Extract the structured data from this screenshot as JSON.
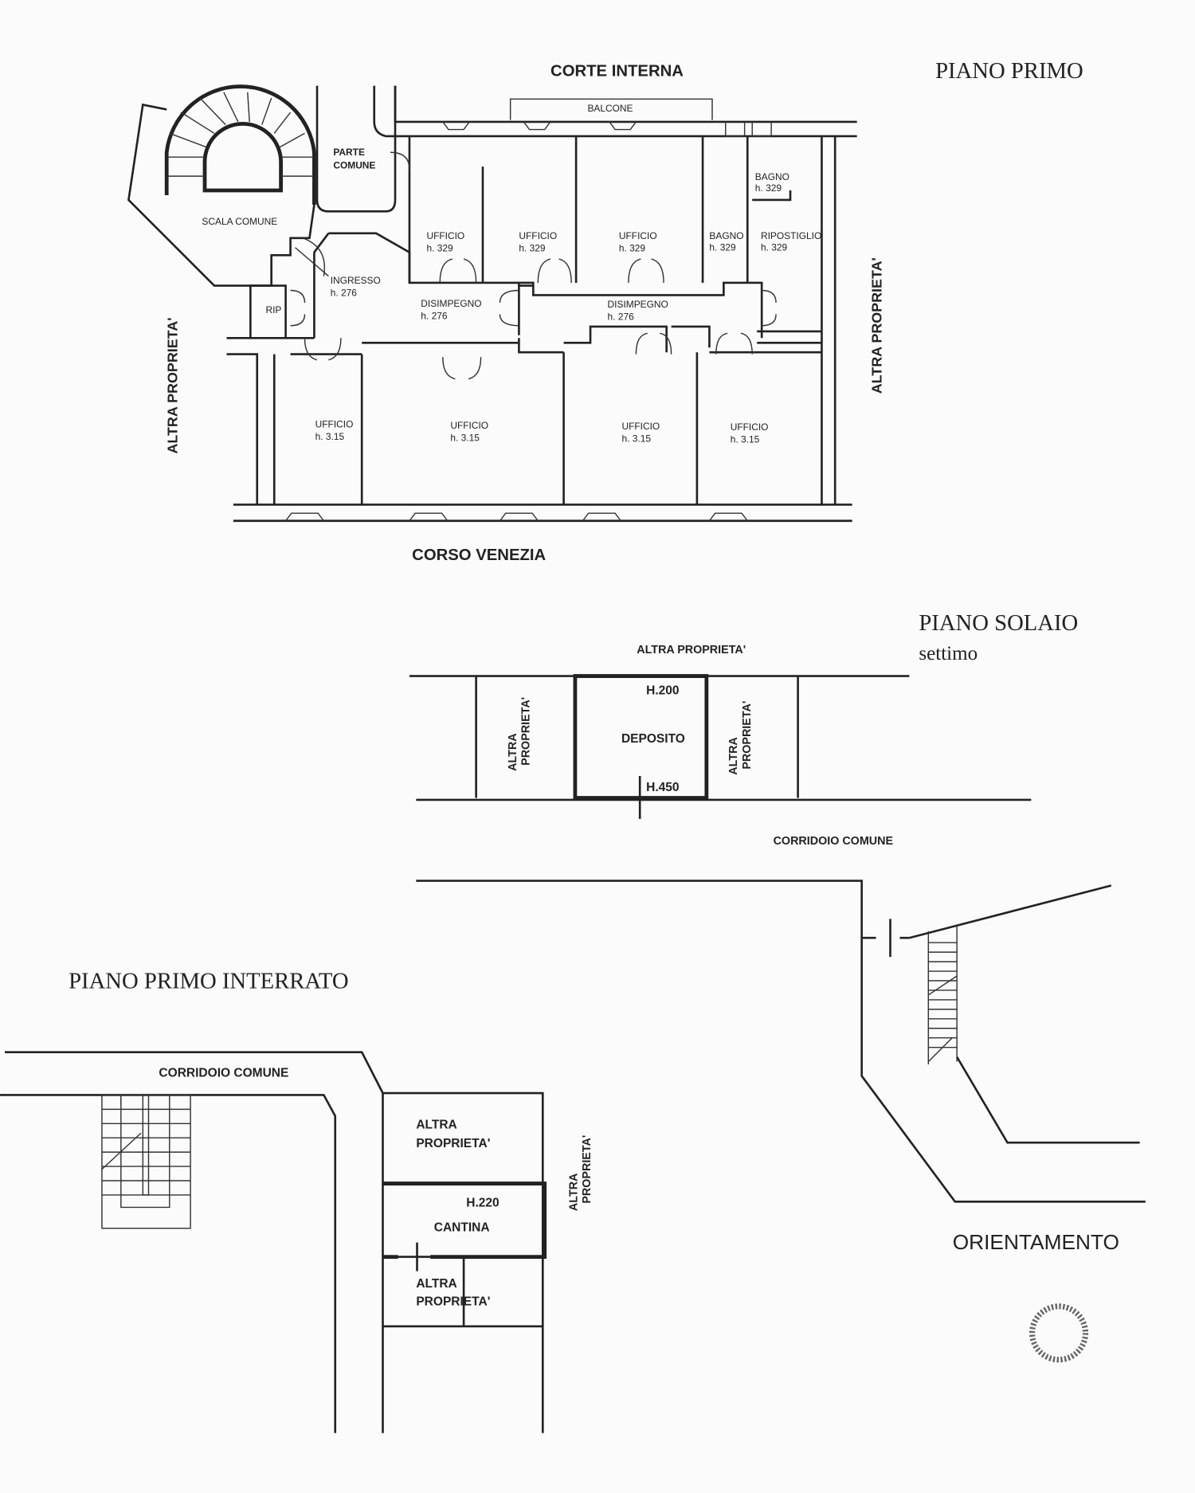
{
  "piano_primo": {
    "title": "PIANO PRIMO",
    "north_label": "CORTE INTERNA",
    "south_label": "CORSO VENEZIA",
    "west_label": "ALTRA PROPRIETA'",
    "east_label": "ALTRA PROPRIETA'",
    "balcony": "BALCONE",
    "stair": "SCALA COMUNE",
    "parte_comune": [
      "PARTE",
      "COMUNE"
    ],
    "rooms": [
      {
        "name": "UFFICIO",
        "h": "h. 329"
      },
      {
        "name": "UFFICIO",
        "h": "h. 329"
      },
      {
        "name": "UFFICIO",
        "h": "h. 329"
      },
      {
        "name": "BAGNO",
        "h": "h. 329"
      },
      {
        "name": "RIPOSTIGLIO",
        "h": "h. 329"
      },
      {
        "name": "BAGNO",
        "h": "h. 329"
      },
      {
        "name": "INGRESSO",
        "h": "h. 276"
      },
      {
        "name": "RIP",
        "h": ""
      },
      {
        "name": "DISIMPEGNO",
        "h": "h. 276"
      },
      {
        "name": "DISIMPEGNO",
        "h": "h. 276"
      },
      {
        "name": "UFFICIO",
        "h": "h. 3.15"
      },
      {
        "name": "UFFICIO",
        "h": "h. 3.15"
      },
      {
        "name": "UFFICIO",
        "h": "h. 3.15"
      },
      {
        "name": "UFFICIO",
        "h": "h. 3.15"
      }
    ]
  },
  "piano_solaio": {
    "title": "PIANO SOLAIO",
    "subtitle": "settimo",
    "north_label": "ALTRA  PROPRIETA'",
    "left_label": [
      "ALTRA",
      "PROPRIETA'"
    ],
    "right_label": [
      "ALTRA",
      "PROPRIETA'"
    ],
    "room": "DEPOSITO",
    "h_top": "H.200",
    "h_bottom": "H.450",
    "corridor": "CORRIDOIO COMUNE"
  },
  "piano_interrato": {
    "title": "PIANO PRIMO INTERRATO",
    "corridor": "CORRIDOIO COMUNE",
    "upper_label": [
      "ALTRA",
      "PROPRIETA'"
    ],
    "room": "CANTINA",
    "h": "H.220",
    "lower_label": [
      "ALTRA",
      "PROPRIETA'"
    ],
    "side_label": [
      "ALTRA",
      "PROPRIETA'"
    ]
  },
  "orientation": {
    "label": "ORIENTAMENTO"
  }
}
